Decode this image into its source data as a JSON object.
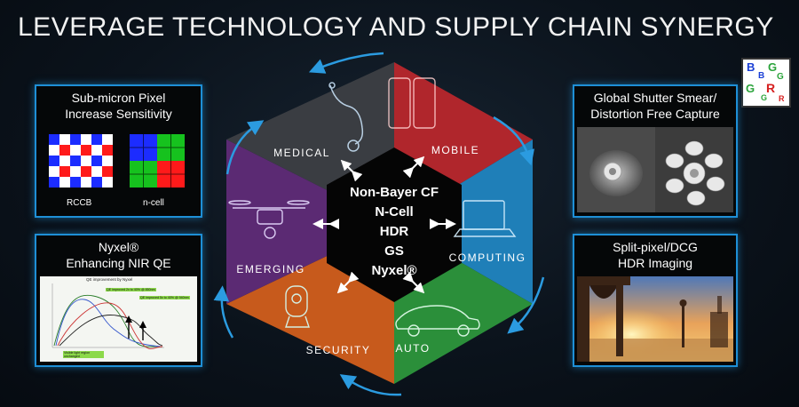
{
  "title": "LEVERAGE TECHNOLOGY AND SUPPLY CHAIN SYNERGY",
  "logo": {
    "letters": [
      "B",
      "G",
      "B",
      "G",
      "G",
      "R",
      "G",
      "R"
    ]
  },
  "left_top": {
    "heading_line1": "Sub-micron Pixel",
    "heading_line2": "Increase Sensitivity",
    "caption_left": "RCCB",
    "caption_right": "n-cell"
  },
  "left_bottom": {
    "heading_line1": "Nyxel®",
    "heading_line2": "Enhancing NIR QE",
    "chart_title": "QE improvement by Nyxel",
    "note1": "QE improved 2x to 40% @ 850nm",
    "note2": "QE improved 5x to 40% @ 940nm",
    "note3": "Visible light region unchanged"
  },
  "right_top": {
    "heading_line1": "Global Shutter Smear/",
    "heading_line2": "Distortion Free Capture"
  },
  "right_bottom": {
    "heading_line1": "Split-pixel/DCG",
    "heading_line2": "HDR Imaging"
  },
  "hexagon": {
    "segments": {
      "medical": "MEDICAL",
      "mobile": "MOBILE",
      "computing": "COMPUTING",
      "auto": "AUTO",
      "security": "SECURITY",
      "emerging": "EMERGING"
    },
    "center": [
      "Non-Bayer CF",
      "N-Cell",
      "HDR",
      "GS",
      "Nyxel®"
    ]
  },
  "colors": {
    "medical": "#3a3d42",
    "mobile": "#b0262c",
    "computing": "#1f7fb8",
    "auto": "#2b8f3a",
    "security": "#c75a1c",
    "emerging": "#5b2a73",
    "accent": "#1e8fd6"
  }
}
